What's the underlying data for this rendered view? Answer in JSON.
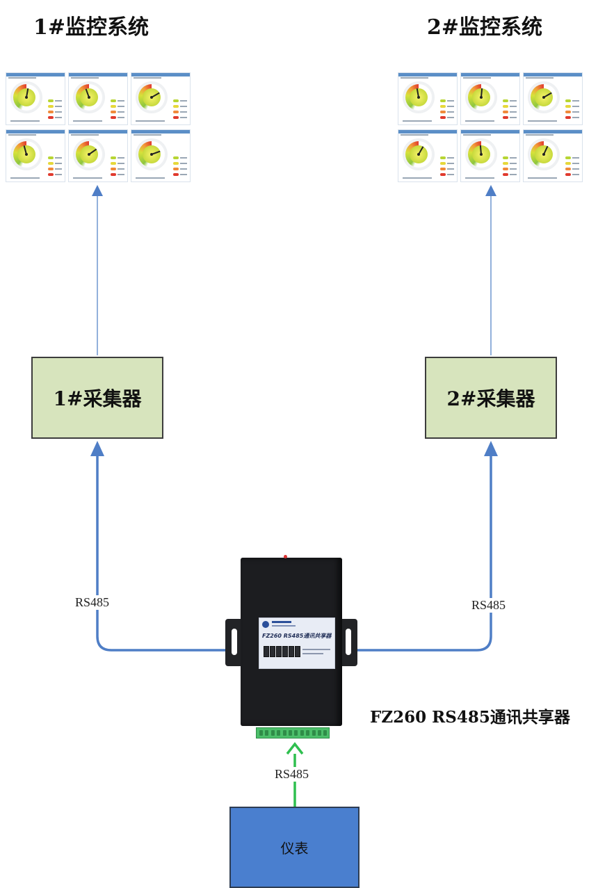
{
  "systems": {
    "sys1_title": "1#监控系统",
    "sys2_title": "2#监控系统"
  },
  "collectors": {
    "c1_label": "1#采集器",
    "c2_label": "2#采集器"
  },
  "wires": {
    "left_label": "RS485",
    "right_label": "RS485",
    "bottom_label": "RS485"
  },
  "device": {
    "title": "FZ260 RS485通讯共享器",
    "plate_model": "FZ260 RS485通讯共享器"
  },
  "meter": {
    "label": "仪表"
  },
  "colors": {
    "collector_fill": "#d7e4bd",
    "meter_fill": "#4a7fcf",
    "wire_blue": "#4f7ec6",
    "wire_green": "#2fbf4f"
  }
}
